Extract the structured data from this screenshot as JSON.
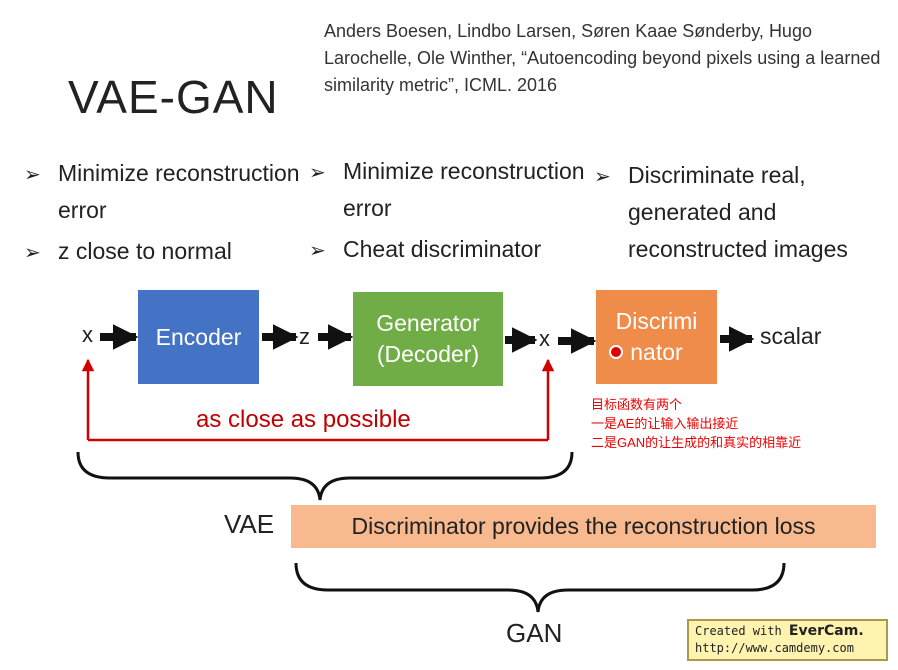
{
  "title": "VAE-GAN",
  "citation": "Anders Boesen, Lindbo Larsen, Søren Kaae Sønderby, Hugo Larochelle, Ole Winther, “Autoencoding beyond pixels using a learned similarity metric”, ICML. 2016",
  "bullet_glyph": "➢",
  "columns": [
    {
      "bullets": [
        "Minimize reconstruction error",
        "z close to normal"
      ]
    },
    {
      "bullets": [
        "Minimize reconstruction error",
        "Cheat discriminator"
      ]
    },
    {
      "bullets": [
        "Discriminate real, generated and reconstructed images"
      ]
    }
  ],
  "blocks": {
    "encoder": "Encoder",
    "generator_line1": "Generator",
    "generator_line2": "(Decoder)",
    "discriminator_line1": "Discrimi",
    "discriminator_line2": "nator"
  },
  "vars": {
    "x_in": "x",
    "z": "z",
    "x_out": "x",
    "scalar": "scalar"
  },
  "close_label": "as close as possible",
  "cn_note": [
    "目标函数有两个",
    "一是AE的让输入输出接近",
    "二是GAN的让生成的和真实的相靠近"
  ],
  "vae_label": "VAE",
  "loss_text": "Discriminator provides the reconstruction loss",
  "gan_label": "GAN",
  "watermark": {
    "line1_prefix": "Created with ",
    "line1_brand": "EverCam.",
    "line2": "http://www.camdemy.com"
  },
  "colors": {
    "encoder": "#4472c4",
    "generator": "#70ad47",
    "discriminator": "#ed7d31",
    "loss_box": "#f8b98e",
    "red": "#c00000"
  }
}
